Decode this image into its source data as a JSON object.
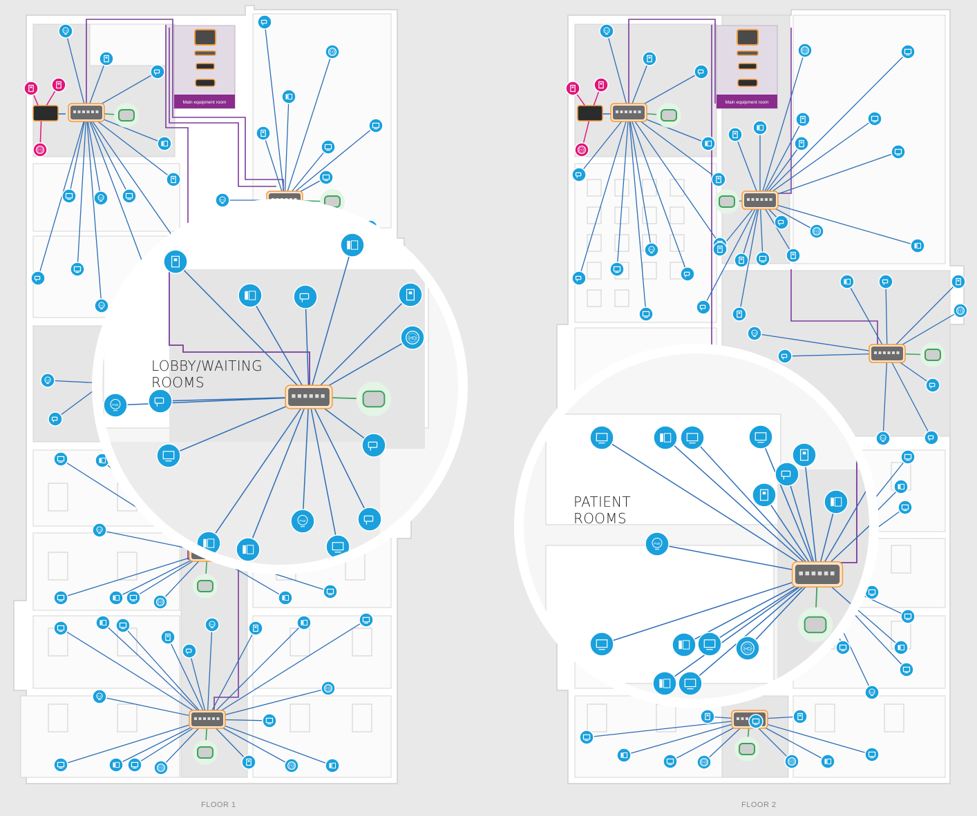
{
  "floors": [
    {
      "id": "floor-1",
      "label": "FLOOR 1"
    },
    {
      "id": "floor-2",
      "label": "FLOOR 2"
    }
  ],
  "equipment_room_label": "Main equipment room",
  "zoom_callouts": [
    {
      "id": "lobby",
      "lines": [
        "LOBBY/WAITING",
        "ROOMS"
      ]
    },
    {
      "id": "patient",
      "lines": [
        "PATIENT",
        "ROOMS"
      ]
    }
  ],
  "device_icon_text": {
    "poe": "PoE",
    "hd": "HD"
  },
  "icon_types": [
    "phone-icon",
    "monitor-icon",
    "camera-icon",
    "access-panel-icon",
    "poe-light-icon",
    "hd-camera-icon",
    "wireless-access-point-icon",
    "network-switch-icon"
  ],
  "colors": {
    "cable_blue": "#2b6cb6",
    "device_blue": "#1aa0dc",
    "backbone_purple": "#7a3a9a",
    "alarm_pink": "#e0157a",
    "switch_orange": "#f39a3a",
    "wifi_green": "#3aa35a",
    "equipment_room": "#e2dbe6",
    "equipment_banner": "#8a2c8c"
  }
}
